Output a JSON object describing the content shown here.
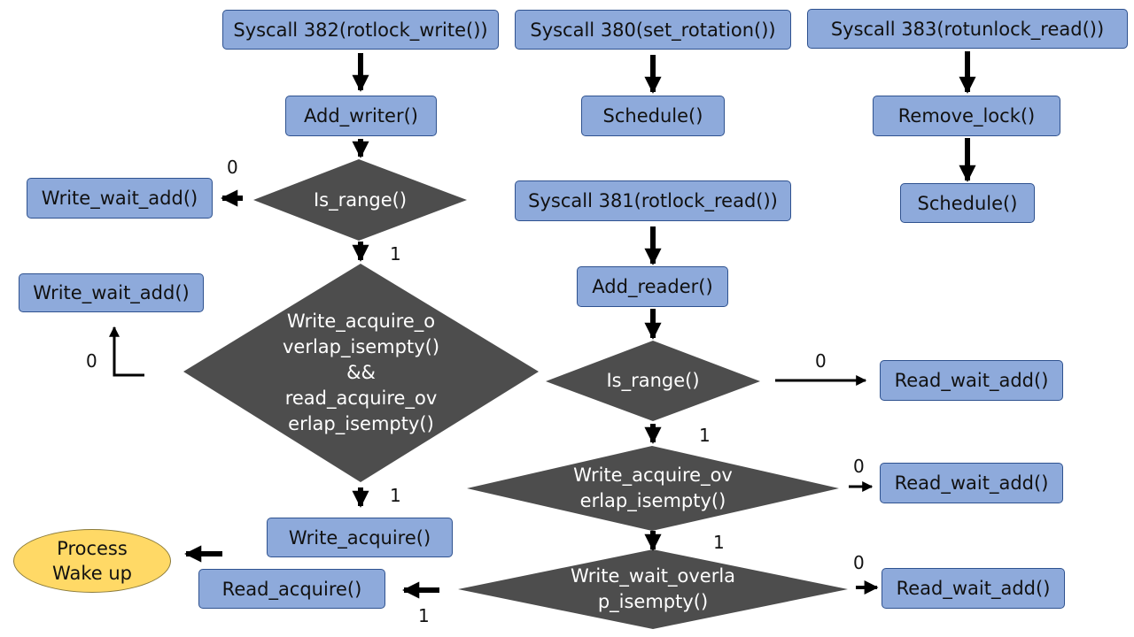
{
  "colors": {
    "box_fill": "#8eaadb",
    "box_border": "#2f528f",
    "diamond_fill": "#4d4d4d",
    "oval_fill": "#ffd966",
    "arrow": "#000000"
  },
  "boxes": {
    "syscall382": "Syscall 382(rotlock_write())",
    "syscall380": "Syscall 380(set_rotation())",
    "syscall383": "Syscall 383(rotunlock_read())",
    "add_writer": "Add_writer()",
    "schedule_1": "Schedule()",
    "remove_lock": "Remove_lock()",
    "write_wait_add_1": "Write_wait_add()",
    "syscall381": "Syscall 381(rotlock_read())",
    "schedule_2": "Schedule()",
    "write_wait_add_2": "Write_wait_add()",
    "add_reader": "Add_reader()",
    "read_wait_add_1": "Read_wait_add()",
    "read_wait_add_2": "Read_wait_add()",
    "write_acquire": "Write_acquire()",
    "read_acquire": "Read_acquire()",
    "read_wait_add_3": "Read_wait_add()"
  },
  "decisions": {
    "is_range_write": "Is_range()",
    "write_overlap_check": "Write_acquire_o\nverlap_isempty()\n&&\nread_acquire_ov\nerlap_isempty()",
    "is_range_read": "Is_range()",
    "write_acquire_overlap": "Write_acquire_ov\nerlap_isempty()",
    "write_wait_overlap": "Write_wait_overla\np_isempty()"
  },
  "terminal": {
    "process_wake_up": "Process\nWake up"
  },
  "labels": {
    "l1": "0",
    "l2": "1",
    "l3": "0",
    "l4": "0",
    "l5": "1",
    "l6": "1",
    "l7": "0",
    "l8": "1",
    "l9": "0",
    "l10": "1"
  }
}
